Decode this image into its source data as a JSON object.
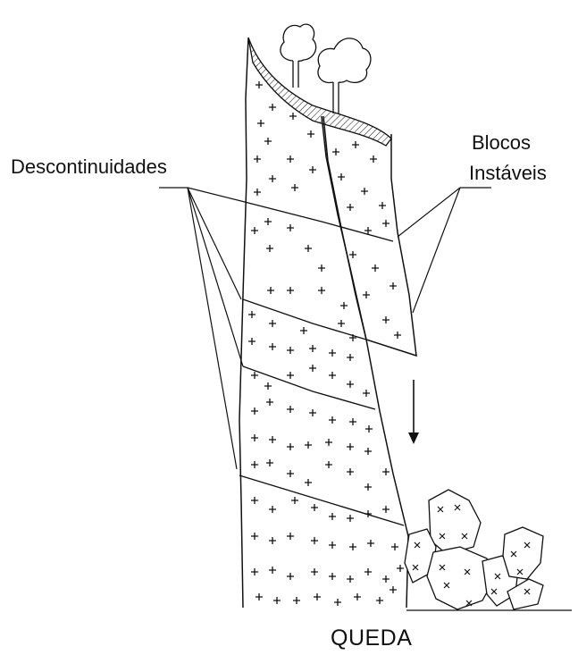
{
  "labels": {
    "discontinuities": "Descontinuidades",
    "unstable_blocks_line1": "Blocos",
    "unstable_blocks_line2": "Instáveis",
    "fall": "QUEDA"
  },
  "colors": {
    "ink": "#111111",
    "background": "#ffffff"
  },
  "icons": {
    "trees": "tree-icon",
    "fall_arrow": "arrow-down-icon",
    "rock_mass_symbol": "+",
    "fallen_rock_symbol": "×"
  }
}
